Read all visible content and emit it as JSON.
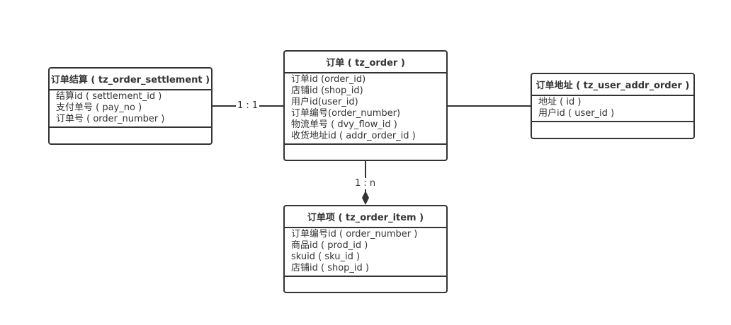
{
  "entities": {
    "settlement": {
      "title": "订单结算 ( tz_order_settlement )",
      "attributes": [
        "结算id ( settlement_id )",
        "支付单号 ( pay_no )",
        "订单号 ( order_number )"
      ]
    },
    "order": {
      "title": "订单 ( tz_order )",
      "attributes": [
        "订单id (order_id)",
        "店铺id (shop_id)",
        "用户id(user_id)",
        "订单编号(order_number)",
        "物流单号 ( dvy_flow_id )",
        "收货地址id ( addr_order_id )"
      ]
    },
    "addr": {
      "title": "订单地址 ( tz_user_addr_order )",
      "attributes": [
        "地址 ( id )",
        "用户id ( user_id )"
      ]
    },
    "item": {
      "title": "订单项 ( tz_order_item )",
      "attributes": [
        "订单编号id ( order_number )",
        "商品id ( prod_id )",
        "skuid ( sku_id )",
        "店铺id ( shop_id )"
      ]
    }
  },
  "relations": {
    "settlement_order": {
      "label": "1 : 1",
      "type": "association"
    },
    "order_addr": {
      "label": "",
      "type": "association"
    },
    "order_item": {
      "label": "1 : n",
      "type": "composition"
    }
  }
}
